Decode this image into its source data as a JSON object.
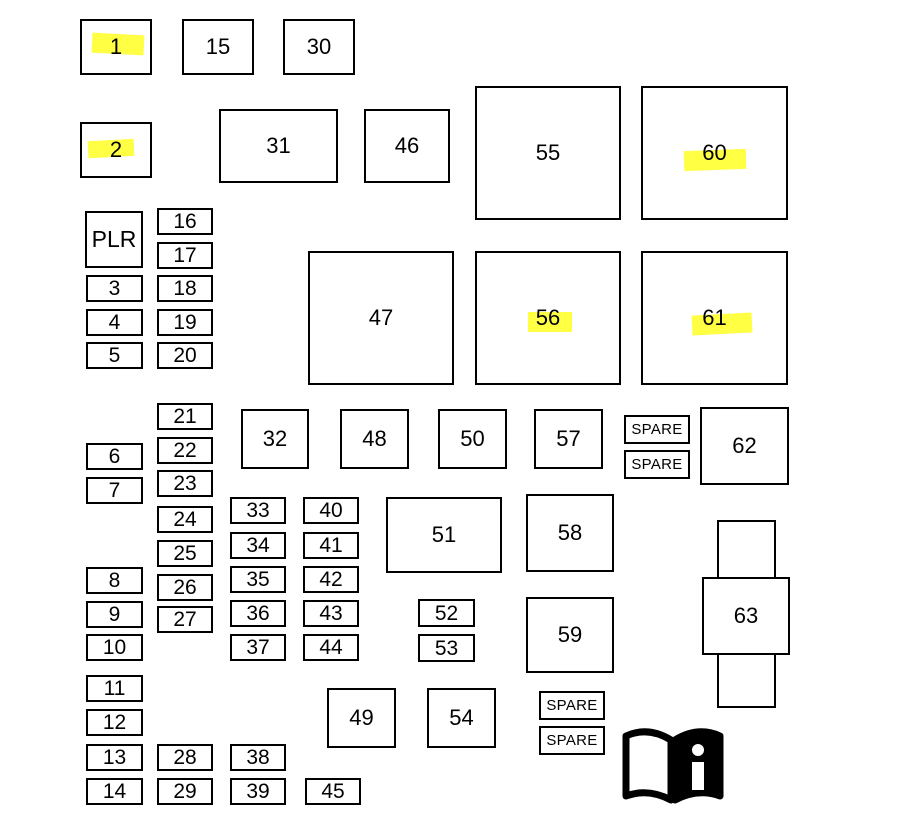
{
  "fuse_box": {
    "f1": "1",
    "f2": "2",
    "f3": "3",
    "f4": "4",
    "f5": "5",
    "f6": "6",
    "f7": "7",
    "f8": "8",
    "f9": "9",
    "f10": "10",
    "f11": "11",
    "f12": "12",
    "f13": "13",
    "f14": "14",
    "f15": "15",
    "f16": "16",
    "f17": "17",
    "f18": "18",
    "f19": "19",
    "f20": "20",
    "f21": "21",
    "f22": "22",
    "f23": "23",
    "f24": "24",
    "f25": "25",
    "f26": "26",
    "f27": "27",
    "f28": "28",
    "f29": "29",
    "f30": "30",
    "f31": "31",
    "f32": "32",
    "f33": "33",
    "f34": "34",
    "f35": "35",
    "f36": "36",
    "f37": "37",
    "f38": "38",
    "f39": "39",
    "f40": "40",
    "f41": "41",
    "f42": "42",
    "f43": "43",
    "f44": "44",
    "f45": "45",
    "f46": "46",
    "f47": "47",
    "f48": "48",
    "f49": "49",
    "f50": "50",
    "f51": "51",
    "f52": "52",
    "f53": "53",
    "f54": "54",
    "f55": "55",
    "f56": "56",
    "f57": "57",
    "f58": "58",
    "f59": "59",
    "f60": "60",
    "f61": "61",
    "f62": "62",
    "f63": "63",
    "plr": "PLR",
    "spare": "SPARE"
  },
  "highlighted": [
    "1",
    "2",
    "56",
    "60",
    "61"
  ],
  "highlight_color": "#ffff22",
  "icons": {
    "manual": "owners-manual-info-icon"
  }
}
